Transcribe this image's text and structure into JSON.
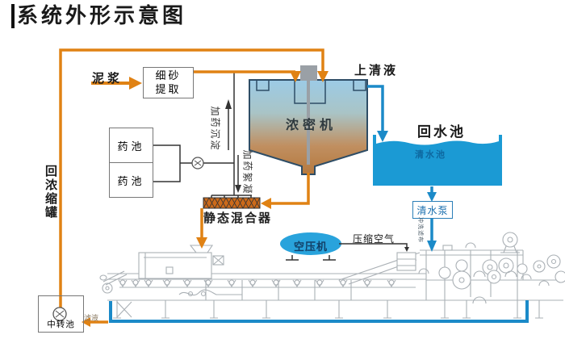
{
  "title": "系统外形示意图",
  "nodes": {
    "mud": "泥浆",
    "sand_extractor_line1": "细砂",
    "sand_extractor_line2": "提取",
    "chem_tank_1": "药池",
    "chem_tank_2": "药池",
    "dosing_sedimentation": "加药沉淀",
    "dosing_flocculation": "加药絮凝",
    "thickener": "浓密机",
    "supernatant": "上清液",
    "return_pool": "回水池",
    "clear_water_pool": "清水池",
    "clear_water_pump": "清水泵",
    "flush_filter_cloth": "冲洗滤布",
    "compressed_air": "压缩空气",
    "air_compressor": "空压机",
    "static_mixer": "静态混合器",
    "return_thickening_tank": "回浓缩罐",
    "transfer_pool": "中转池",
    "filtrate": "滤液"
  },
  "colors": {
    "pipe_orange": "#e08214",
    "pipe_blue": "#1b8ac8",
    "water_blue": "#1b9ad4",
    "mixer_orange": "#cc6a1a",
    "machine_gray": "#aab0b5"
  }
}
